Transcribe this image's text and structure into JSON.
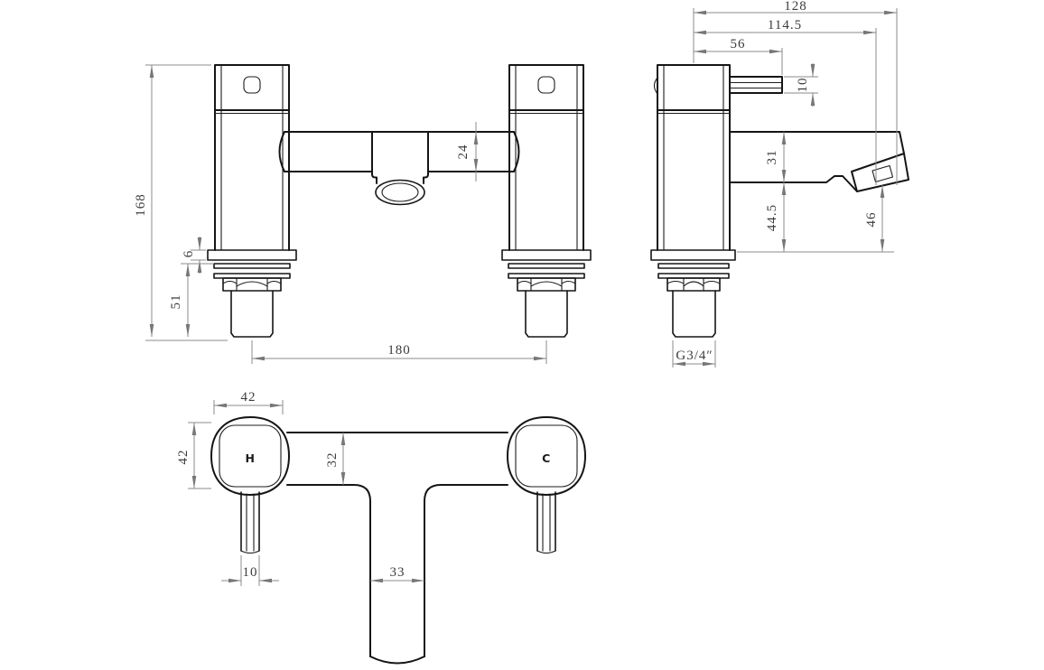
{
  "drawing": {
    "kind": "bath-filler-tap-dimension-drawing",
    "views": {
      "front": {
        "overall_height": "168",
        "flange_thickness": "6",
        "tail_length": "51",
        "spout_body_height": "24",
        "tail_centres": "180"
      },
      "side": {
        "overall_depth": "128",
        "spout_reach": "114.5",
        "handle_reach": "56",
        "handle_thickness": "10",
        "spout_depth": "31",
        "spout_clearance": "44.5",
        "outlet_height": "46",
        "thread_size": "G3/4″"
      },
      "plan": {
        "handle_width": "42",
        "handle_depth": "42",
        "body_width": "32",
        "lever_width": "10",
        "spout_width": "33",
        "hot_label": "H",
        "cold_label": "C"
      }
    },
    "colors": {
      "background": "#ffffff",
      "outline": "#151515",
      "dimension_lines": "#8b8b8b",
      "dimension_text": "#3c3c3c"
    }
  }
}
